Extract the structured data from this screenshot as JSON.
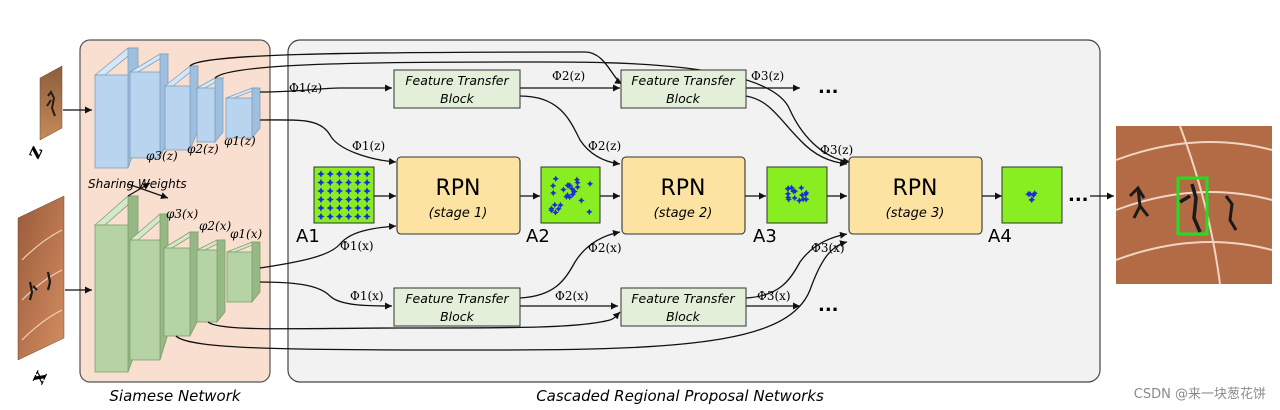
{
  "labels": {
    "siamese_network": "Siamese Network",
    "cascaded_rpn": "Cascaded Regional Proposal Networks",
    "sharing_weights": "Sharing Weights",
    "input_z": "z",
    "input_x": "x"
  },
  "phi_small": {
    "z1": "φ1(z)",
    "z2": "φ2(z)",
    "z3": "φ3(z)",
    "x1": "φ1(x)",
    "x2": "φ2(x)",
    "x3": "φ3(x)"
  },
  "phi_big": {
    "z1a": "Φ1(z)",
    "z1b": "Φ1(z)",
    "z2a": "Φ2(z)",
    "z2b": "Φ2(z)",
    "z3a": "Φ3(z)",
    "z3b": "Φ3(z)",
    "x1a": "Φ1(x)",
    "x1b": "Φ1(x)",
    "x2a": "Φ2(x)",
    "x2b": "Φ2(x)",
    "x3a": "Φ3(x)",
    "x3b": "Φ3(x)"
  },
  "ftb": {
    "line1": "Feature Transfer",
    "line2": "Block"
  },
  "rpn": [
    {
      "title": "RPN",
      "stage": "(stage 1)"
    },
    {
      "title": "RPN",
      "stage": "(stage 2)"
    },
    {
      "title": "RPN",
      "stage": "(stage 3)"
    }
  ],
  "anchors": [
    "A1",
    "A2",
    "A3",
    "A4"
  ],
  "ellipsis": "...",
  "watermark": "CSDN @来一块葱花饼",
  "colors": {
    "siamese_bg": "#f9dfcf",
    "cascade_bg": "#f2f2f2",
    "ftb_fill": "#e3efd9",
    "rpn_fill": "#fde3a2",
    "anchor_fill": "#88ee22",
    "z_branch": "#b8d4ef",
    "x_branch": "#b5d3a4",
    "bbox": "#22dd22"
  }
}
